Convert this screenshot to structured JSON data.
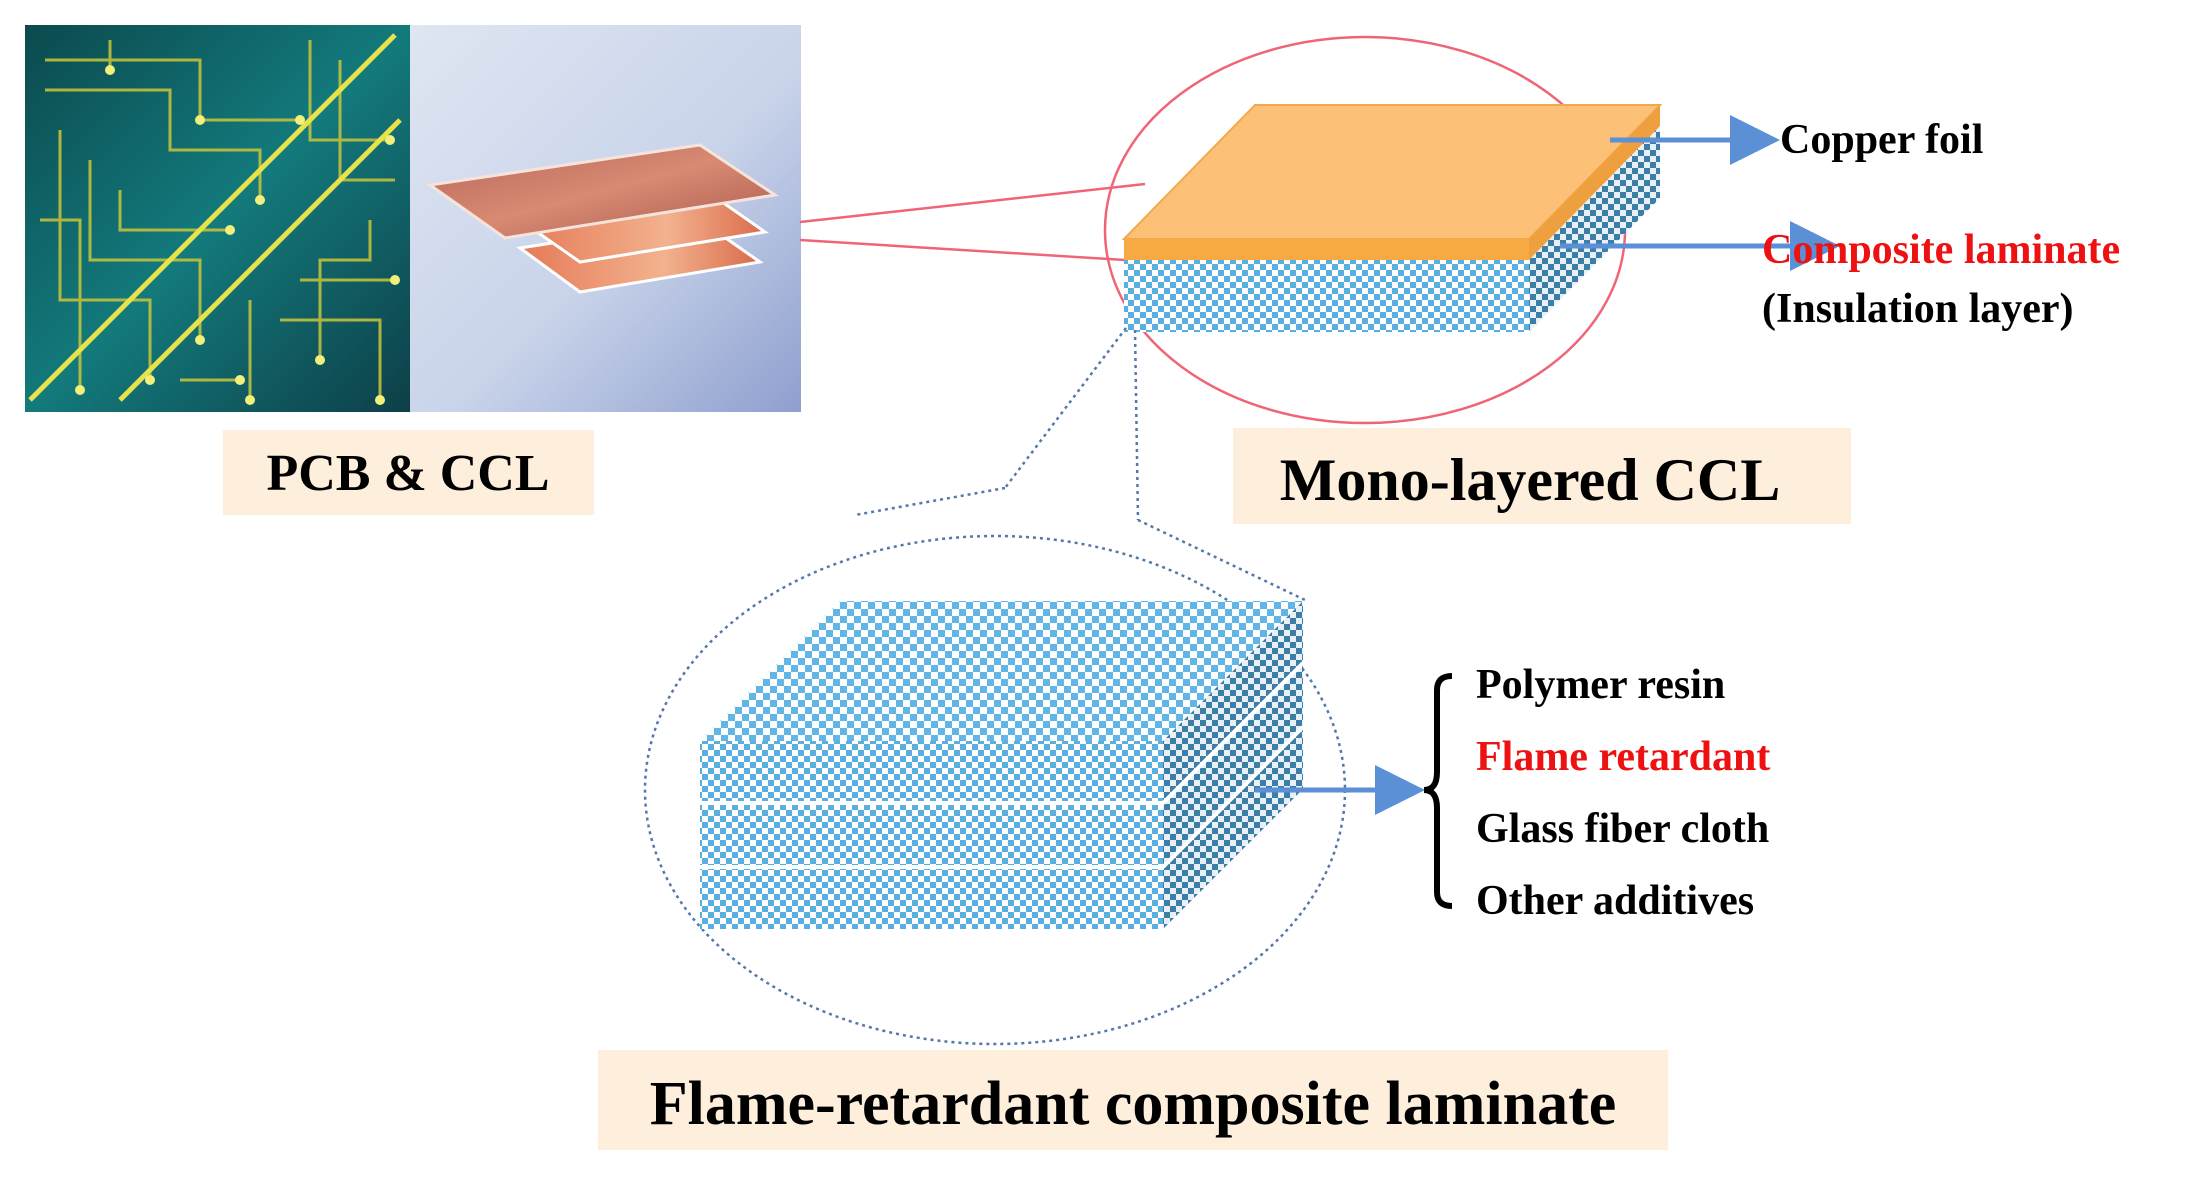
{
  "labels": {
    "pcb_ccl": "PCB & CCL",
    "mono_layered": "Mono-layered CCL",
    "fr_laminate": "Flame-retardant composite laminate"
  },
  "mono_layer_callouts": {
    "copper_foil": "Copper foil",
    "composite_laminate": "Composite laminate",
    "insulation_note": "(Insulation layer)"
  },
  "components": [
    {
      "label": "Polymer resin",
      "highlight": false
    },
    {
      "label": "Flame retardant",
      "highlight": true
    },
    {
      "label": "Glass fiber cloth",
      "highlight": false
    },
    {
      "label": "Other additives",
      "highlight": false
    }
  ],
  "colors": {
    "highlight": "#ee1111",
    "label_bg": "#fdefdc",
    "copper_foil": "#fcc077",
    "laminate_check": "#5aaee0",
    "arrow": "#5b8fd6",
    "callout_line": "#f06478",
    "zoom_circle": "#5577aa"
  },
  "icons": {
    "pcb_photo": "circuit-board-image",
    "ccl_photo": "copper-clad-sheets-image"
  }
}
